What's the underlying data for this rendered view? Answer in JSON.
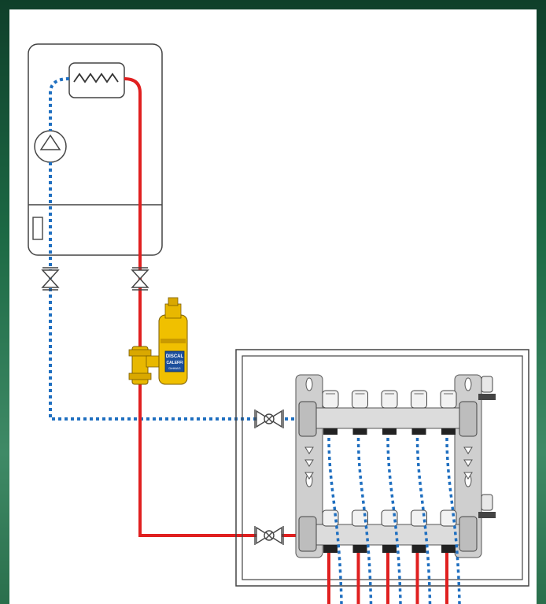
{
  "diagram": {
    "colors": {
      "background_frame": "#1d6a45",
      "canvas": "#ffffff",
      "outline": "#444444",
      "supply_pipe": "#e02020",
      "return_pipe": "#1f6fc0",
      "brass": "#e8b800",
      "bracket": "#bfbfbf",
      "manifold_bar": "#d6d6d6"
    },
    "components": {
      "boiler": {
        "icon": "boiler-unit"
      },
      "heat_exchanger": {
        "icon": "zigzag-heating-coil"
      },
      "pump": {
        "icon": "circulator-pump-triangle"
      },
      "boiler_display": {
        "icon": "display-panel"
      },
      "boiler_isolation_valves": {
        "icon": "bowtie-valve",
        "count": 2
      },
      "magnetic_filter": {
        "icon": "brass-dirt-separator",
        "label_top": "DISCAL",
        "label_mid": "CALEFFI",
        "label_bottom": "DirtMAG"
      },
      "manifold_cabinet": {
        "icon": "cabinet-box"
      },
      "manifold_valves": {
        "icon": "bowtie-valve-circle",
        "count": 2
      },
      "manifold": {
        "icon": "underfloor-manifold",
        "circuits": 5
      }
    }
  }
}
